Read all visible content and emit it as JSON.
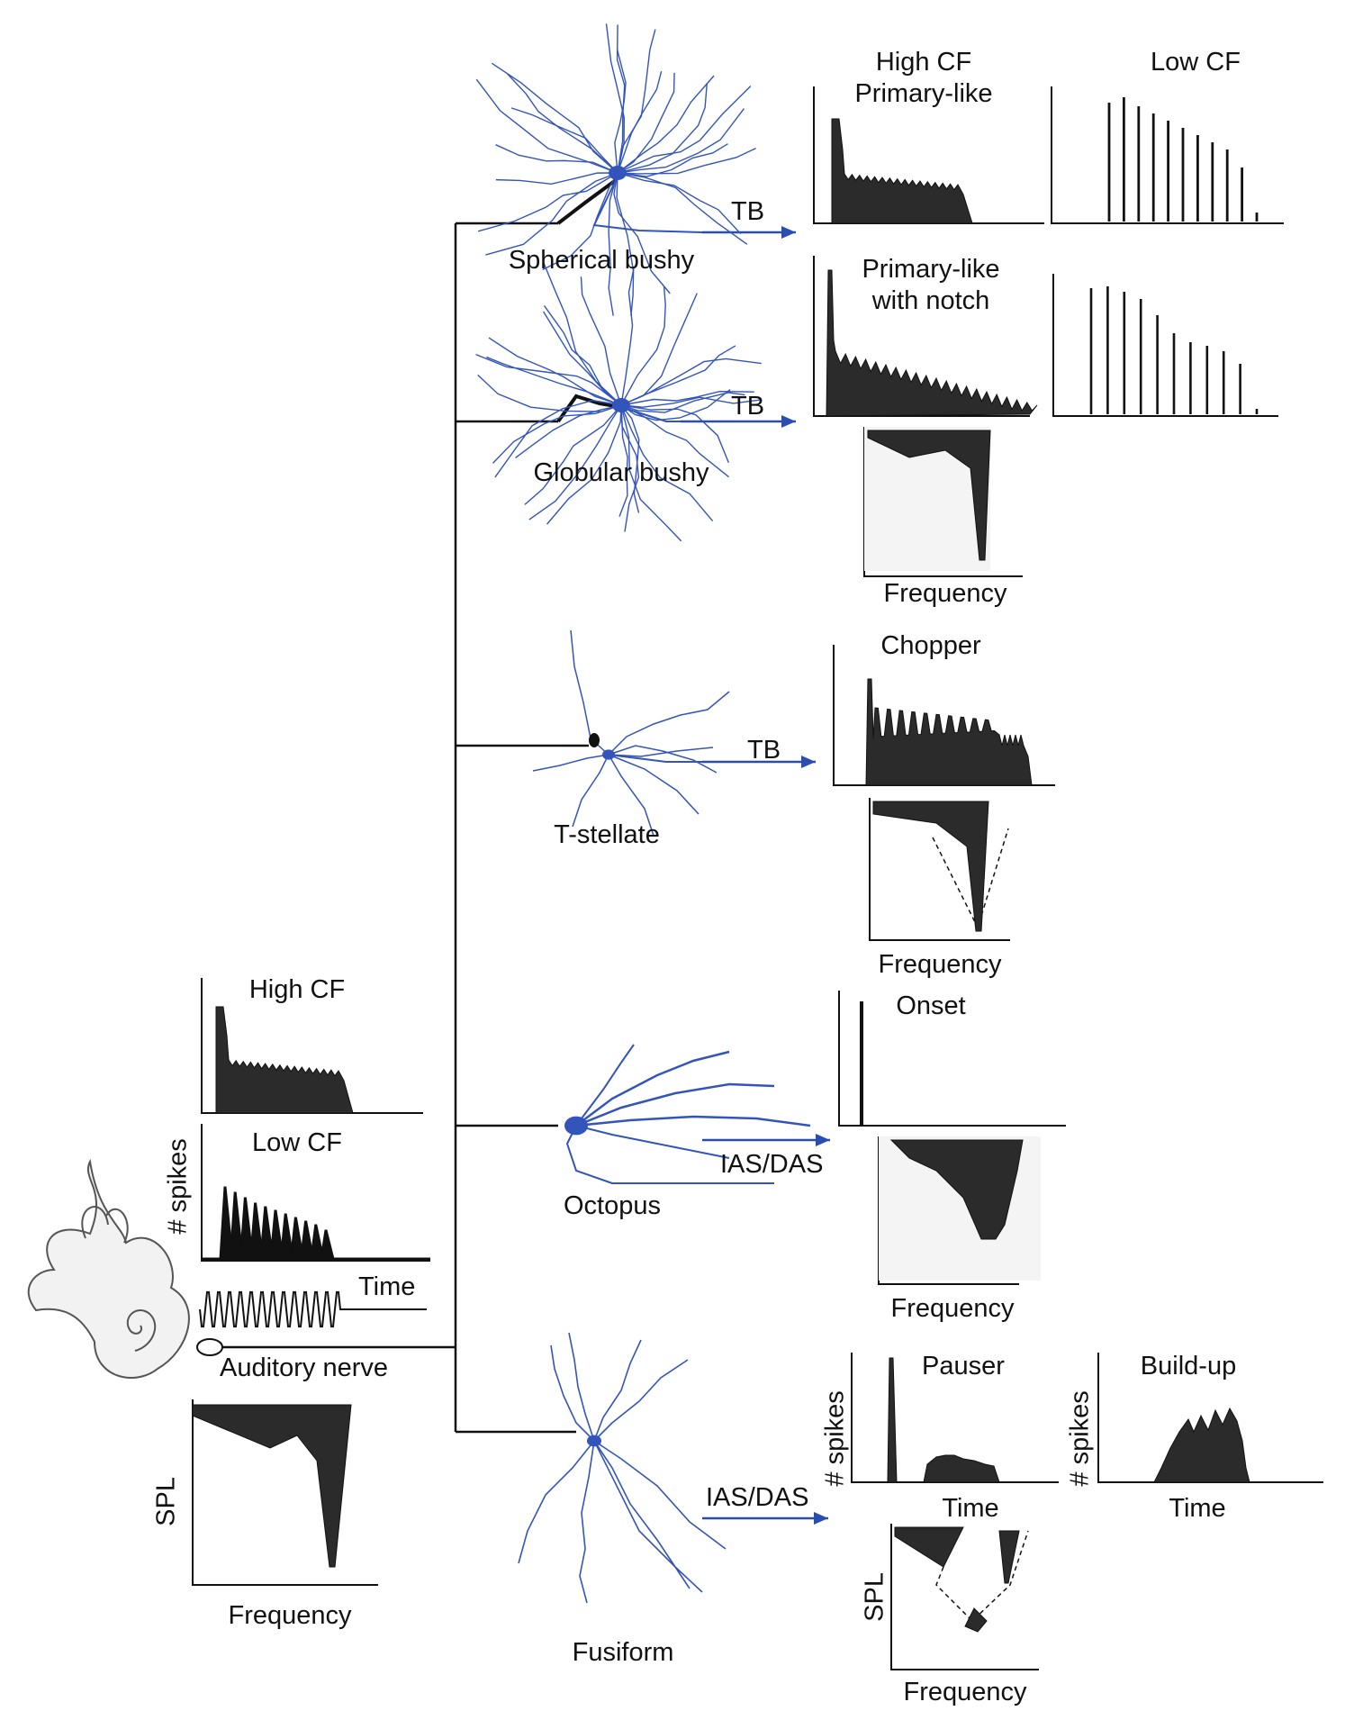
{
  "colors": {
    "neuron": "#3355bb",
    "axis": "#111111",
    "fill": "#2b2b2b",
    "arrow": "#2a4db0"
  },
  "auditory_nerve": {
    "label": "Auditory nerve",
    "psth_high_title": "High CF",
    "psth_low_title": "Low CF",
    "spikes_label": "# spikes",
    "time_label": "Time",
    "spl_label": "SPL",
    "freq_label": "Frequency",
    "cochlea_icon": "cochlea-icon"
  },
  "cells": [
    {
      "key": "spherical",
      "name": "Spherical bushy",
      "output": "TB"
    },
    {
      "key": "globular",
      "name": "Globular bushy",
      "output": "TB"
    },
    {
      "key": "tstellate",
      "name": "T-stellate",
      "output": "TB"
    },
    {
      "key": "octopus",
      "name": "Octopus",
      "output": "IAS/DAS"
    },
    {
      "key": "fusiform",
      "name": "Fusiform",
      "output": "IAS/DAS"
    }
  ],
  "responses": {
    "spherical": {
      "title_high": "High CF\nPrimary-like",
      "title_low": "Low CF"
    },
    "globular": {
      "title": "Primary-like\nwith notch",
      "freq_label": "Frequency"
    },
    "tstellate": {
      "title": "Chopper",
      "freq_label": "Frequency"
    },
    "octopus": {
      "title": "Onset",
      "freq_label": "Frequency"
    },
    "fusiform": {
      "pauser_title": "Pauser",
      "buildup_title": "Build-up",
      "spikes_label": "# spikes",
      "time_label": "Time",
      "spl_label": "SPL",
      "freq_label": "Frequency"
    }
  }
}
